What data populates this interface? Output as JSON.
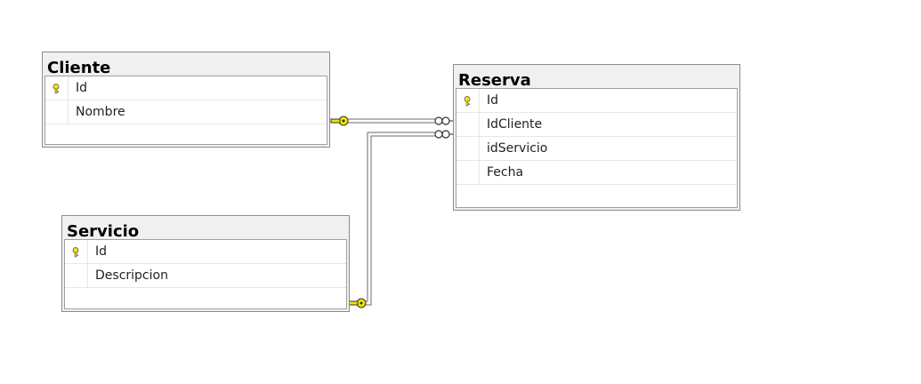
{
  "tables": [
    {
      "name": "Cliente",
      "columns": [
        {
          "name": "Id",
          "primary_key": true
        },
        {
          "name": "Nombre",
          "primary_key": false
        }
      ]
    },
    {
      "name": "Reserva",
      "columns": [
        {
          "name": "Id",
          "primary_key": true
        },
        {
          "name": "IdCliente",
          "primary_key": false
        },
        {
          "name": "idServicio",
          "primary_key": false
        },
        {
          "name": "Fecha",
          "primary_key": false
        }
      ]
    },
    {
      "name": "Servicio",
      "columns": [
        {
          "name": "Id",
          "primary_key": true
        },
        {
          "name": "Descripcion",
          "primary_key": false
        }
      ]
    }
  ],
  "relationships": [
    {
      "from_table": "Cliente",
      "from_end": "one (key)",
      "to_table": "Reserva",
      "to_end": "many (infinity)"
    },
    {
      "from_table": "Servicio",
      "from_end": "one (key)",
      "to_table": "Reserva",
      "to_end": "many (infinity)"
    }
  ],
  "colors": {
    "key_icon": "#f2e600",
    "table_frame": "#f0f0f0",
    "line": "#6a6a6a"
  }
}
